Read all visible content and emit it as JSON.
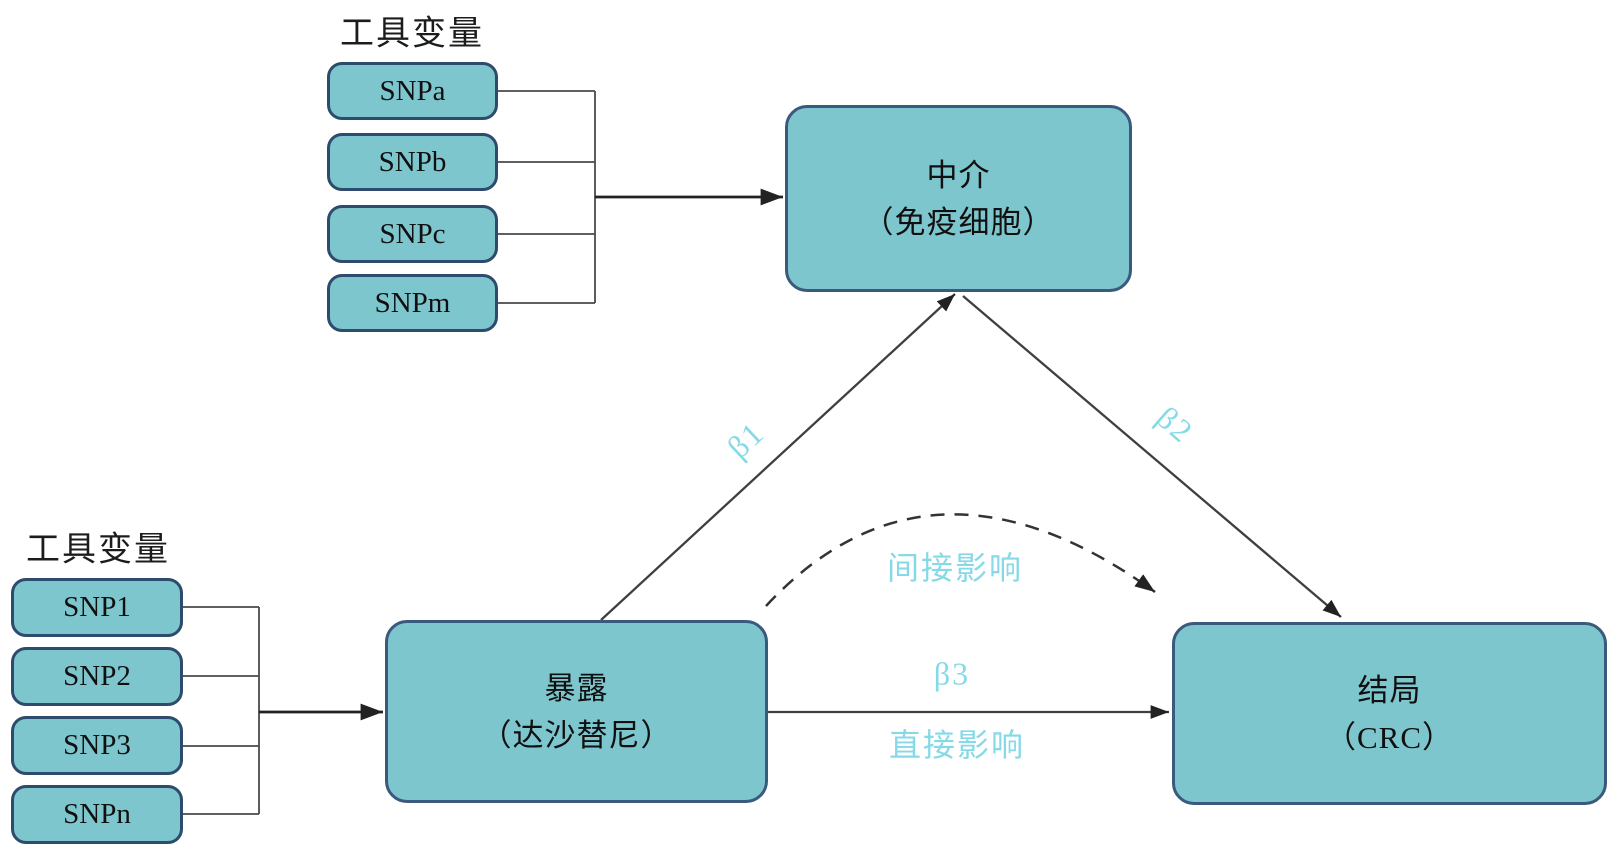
{
  "diagram": {
    "top_iv_group": {
      "label": "工具变量",
      "snps": [
        "SNPa",
        "SNPb",
        "SNPc",
        "SNPm"
      ]
    },
    "bottom_iv_group": {
      "label": "工具变量",
      "snps": [
        "SNP1",
        "SNP2",
        "SNP3",
        "SNPn"
      ]
    },
    "nodes": {
      "mediator": {
        "title": "中介",
        "subtitle": "（免疫细胞）"
      },
      "exposure": {
        "title": "暴露",
        "subtitle": "（达沙替尼）"
      },
      "outcome": {
        "title": "结局",
        "subtitle": "（CRC）"
      }
    },
    "edge_labels": {
      "beta1": "β1",
      "beta2": "β2",
      "beta3": "β3",
      "indirect_effect": "间接影响",
      "direct_effect": "直接影响"
    },
    "colors": {
      "node_fill": "#7ec6cd",
      "node_border": "#35567c",
      "edge_label_text": "#86d9e7",
      "line_color": "#3a3a3a",
      "background": "#ffffff"
    }
  }
}
